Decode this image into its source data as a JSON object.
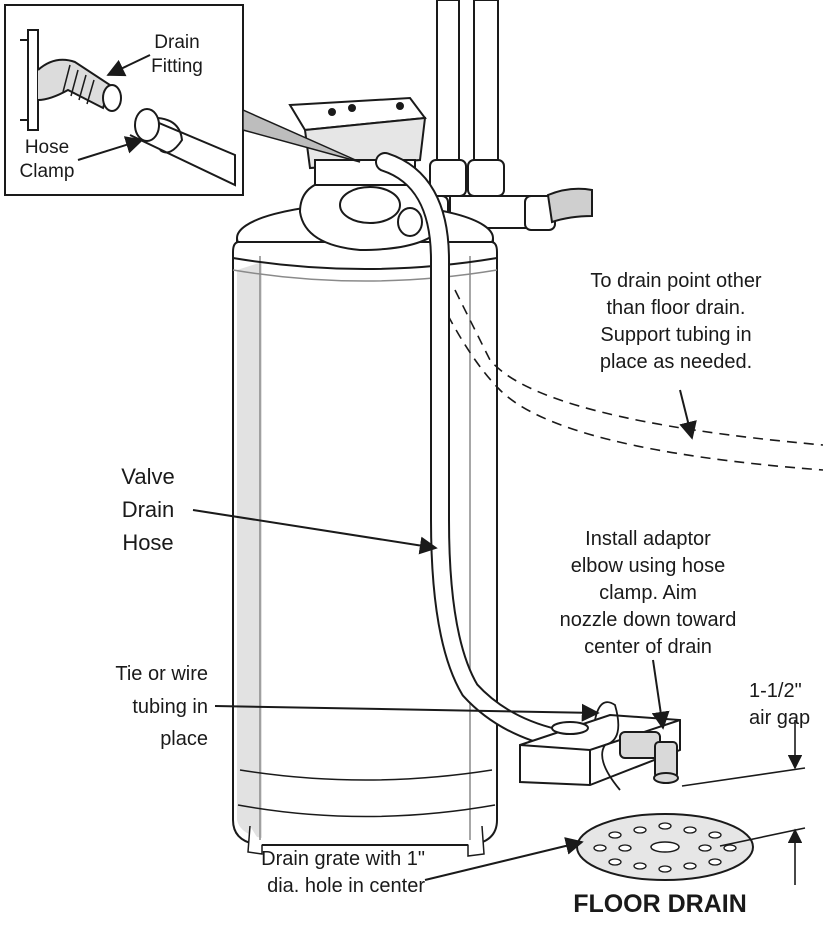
{
  "inset": {
    "drain_fitting": [
      "Drain",
      "Fitting"
    ],
    "hose_clamp": [
      "Hose",
      "Clamp"
    ]
  },
  "callouts": {
    "drain_point": [
      "To drain point other",
      "than floor drain.",
      "Support tubing in",
      "place as needed."
    ],
    "valve_drain_hose": [
      "Valve",
      "Drain",
      "Hose"
    ],
    "adaptor_elbow": [
      "Install adaptor",
      "elbow using hose",
      "clamp.  Aim",
      "nozzle down toward",
      "center of drain"
    ],
    "tie_wire": [
      "Tie or wire",
      "tubing in",
      "place"
    ],
    "air_gap": [
      "1-1/2\"",
      "air gap"
    ],
    "drain_grate": [
      "Drain grate with 1\"",
      "dia. hole in center"
    ]
  },
  "floor_drain_title": "FLOOR DRAIN",
  "colors": {
    "line": "#1a1a1a",
    "body": "#ffffff",
    "shade": "#d9d9d9"
  }
}
